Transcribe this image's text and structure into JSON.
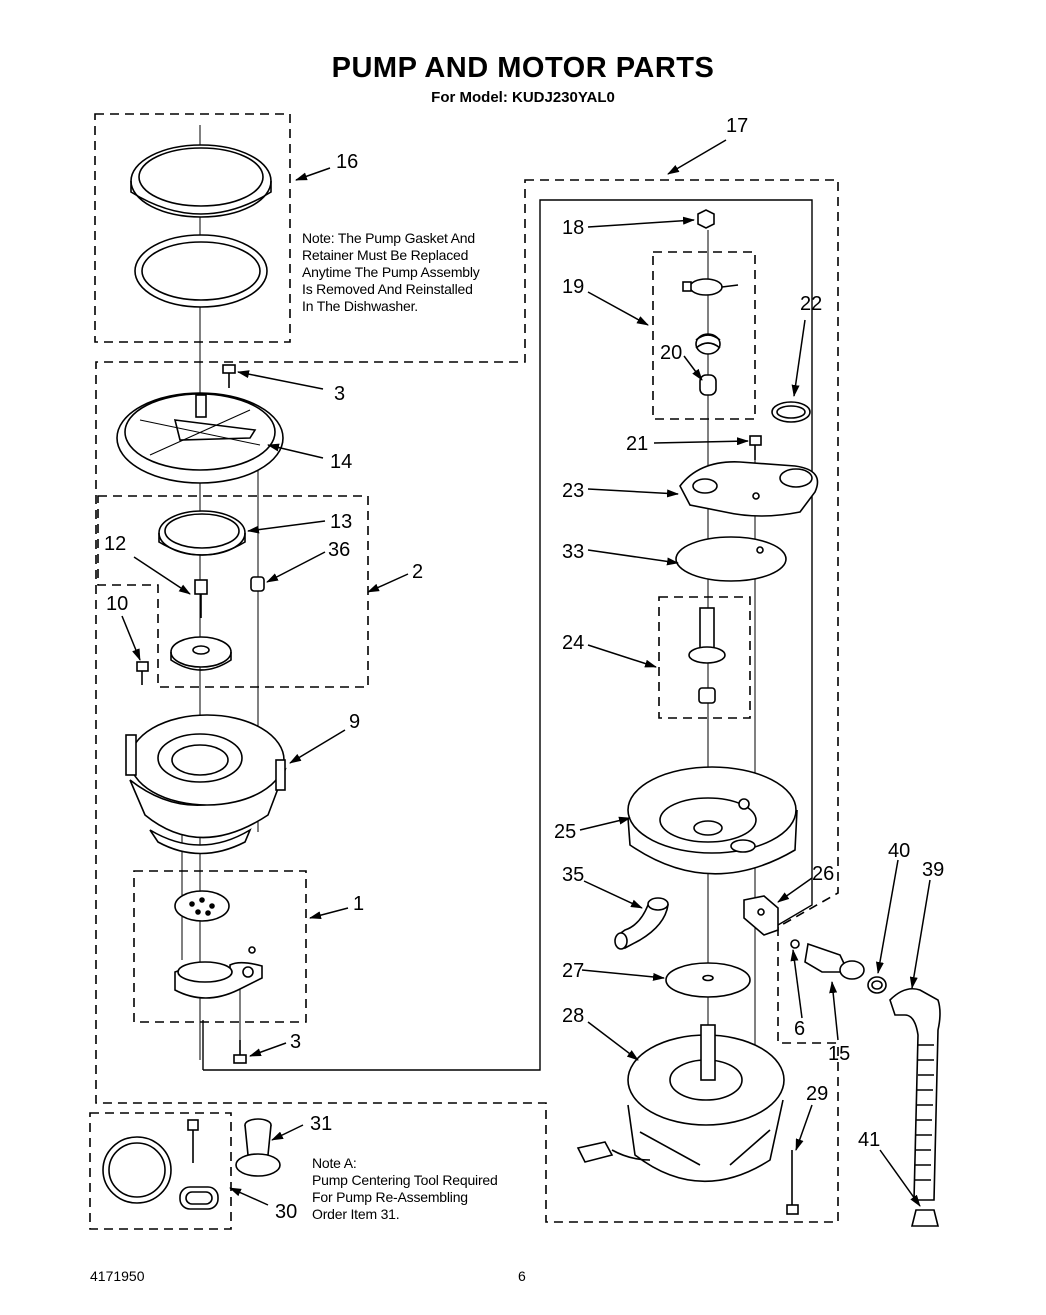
{
  "header": {
    "title": "PUMP AND MOTOR PARTS",
    "subtitle": "For Model: KUDJ230YAL0"
  },
  "notes": {
    "gasket": [
      "Note: The Pump Gasket    And",
      "Retainer Must Be Replaced",
      "Anytime The Pump Assembly",
      "Is  Removed And Reinstalled",
      "In The Dishwasher."
    ],
    "note_a": [
      "Note A:",
      "Pump Centering Tool Required",
      "For Pump Re-Assembling",
      "Order Item 31."
    ]
  },
  "callouts": {
    "c1": "1",
    "c2": "2",
    "c3a": "3",
    "c3b": "3",
    "c6": "6",
    "c9": "9",
    "c10": "10",
    "c12": "12",
    "c13": "13",
    "c14": "14",
    "c15": "15",
    "c16": "16",
    "c17": "17",
    "c18": "18",
    "c19": "19",
    "c20": "20",
    "c21": "21",
    "c22": "22",
    "c23": "23",
    "c24": "24",
    "c25": "25",
    "c26": "26",
    "c27": "27",
    "c28": "28",
    "c29": "29",
    "c30": "30",
    "c31": "31",
    "c33": "33",
    "c35": "35",
    "c36": "36",
    "c39": "39",
    "c40": "40",
    "c41": "41"
  },
  "footer": {
    "doc_number": "4171950",
    "page_number": "6"
  }
}
